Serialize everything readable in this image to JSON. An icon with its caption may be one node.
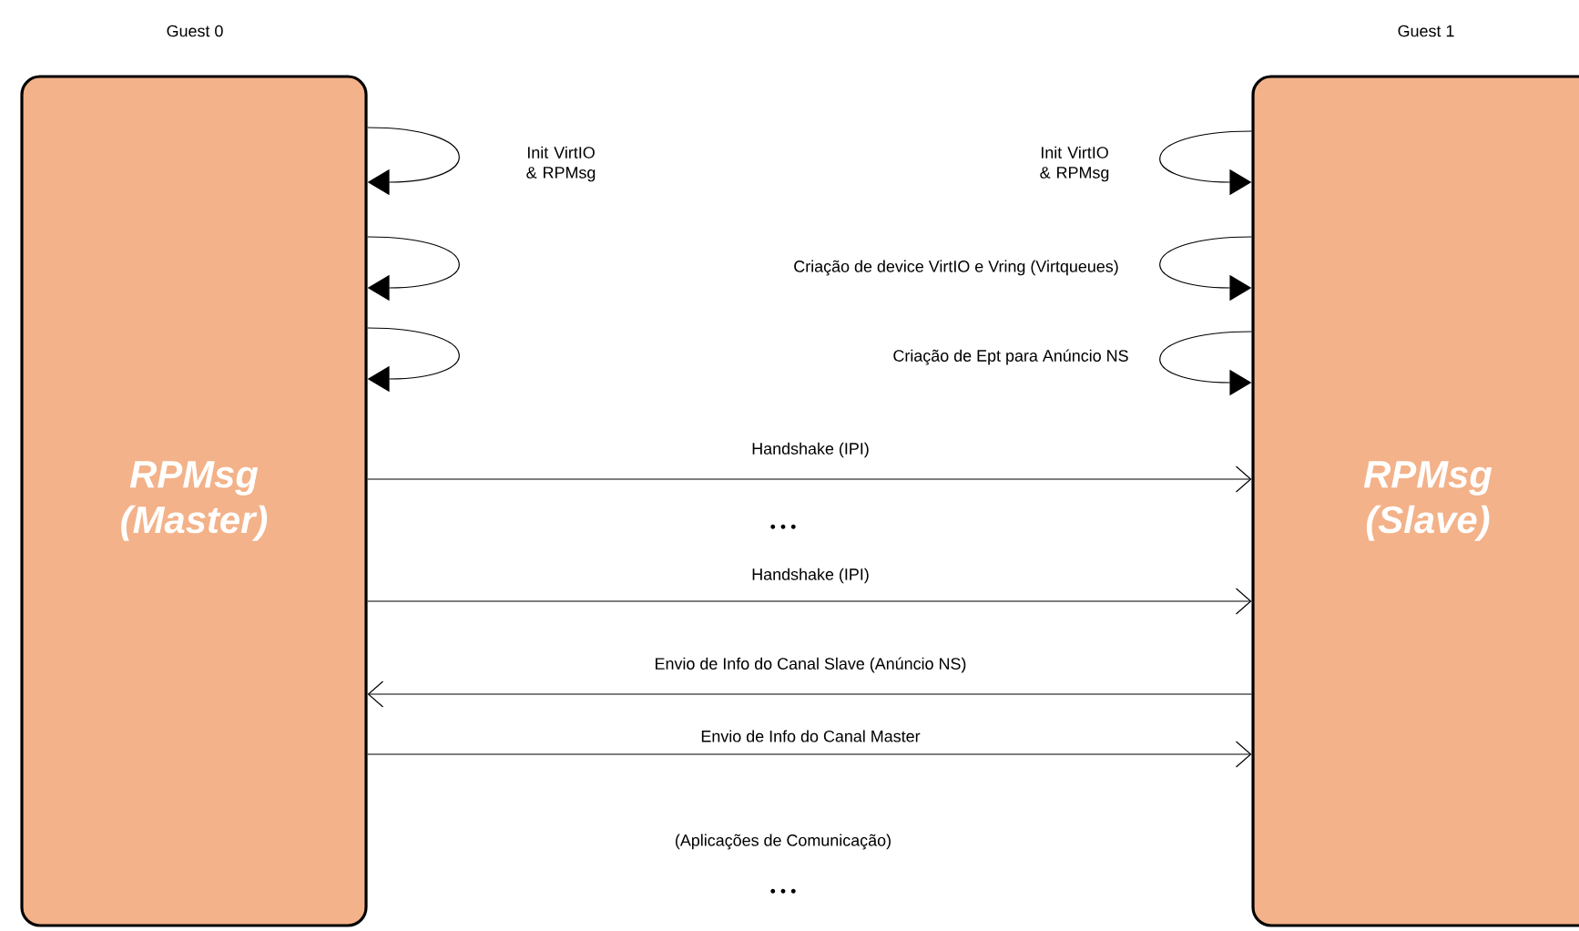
{
  "diagram": {
    "nodes": [
      {
        "text": [
          "Guest 0",
          "RPMsg (Master)"
        ]
      },
      {
        "text": [
          "Guest 1",
          "RPMsg (Slave)"
        ]
      }
    ],
    "edges": [
      {
        "from": 0,
        "to": 0,
        "arrow": "to",
        "label": "Init VirtIO & RPMsg"
      },
      {
        "from": 0,
        "to": 0,
        "arrow": "to"
      },
      {
        "from": 0,
        "to": 0,
        "arrow": "to"
      },
      {
        "from": 1,
        "to": 1,
        "arrow": "to",
        "label": "Init VirtIO & RPMsg"
      },
      {
        "from": 1,
        "to": 1,
        "arrow": "to",
        "label": "Criação de device VirtIO e Vring (Virtqueues)"
      },
      {
        "from": 1,
        "to": 1,
        "arrow": "to",
        "label": "Criação de Ept para Anúncio NS"
      },
      {
        "from": 0,
        "to": 1,
        "arrow": "to",
        "label": "Handshake (IPI)"
      },
      {
        "from": 0,
        "to": 1,
        "arrow": "to",
        "label": "Handshake (IPI)"
      },
      {
        "from": 1,
        "to": 0,
        "arrow": "to",
        "label": "Envio de Info do Canal Slave (Anúncio NS)"
      },
      {
        "from": 0,
        "to": 1,
        "arrow": "to",
        "label": "Envio de Info do Canal Master"
      }
    ],
    "labels": [
      "• • •",
      "(Aplicações de Comunicação)",
      "• • •"
    ]
  }
}
